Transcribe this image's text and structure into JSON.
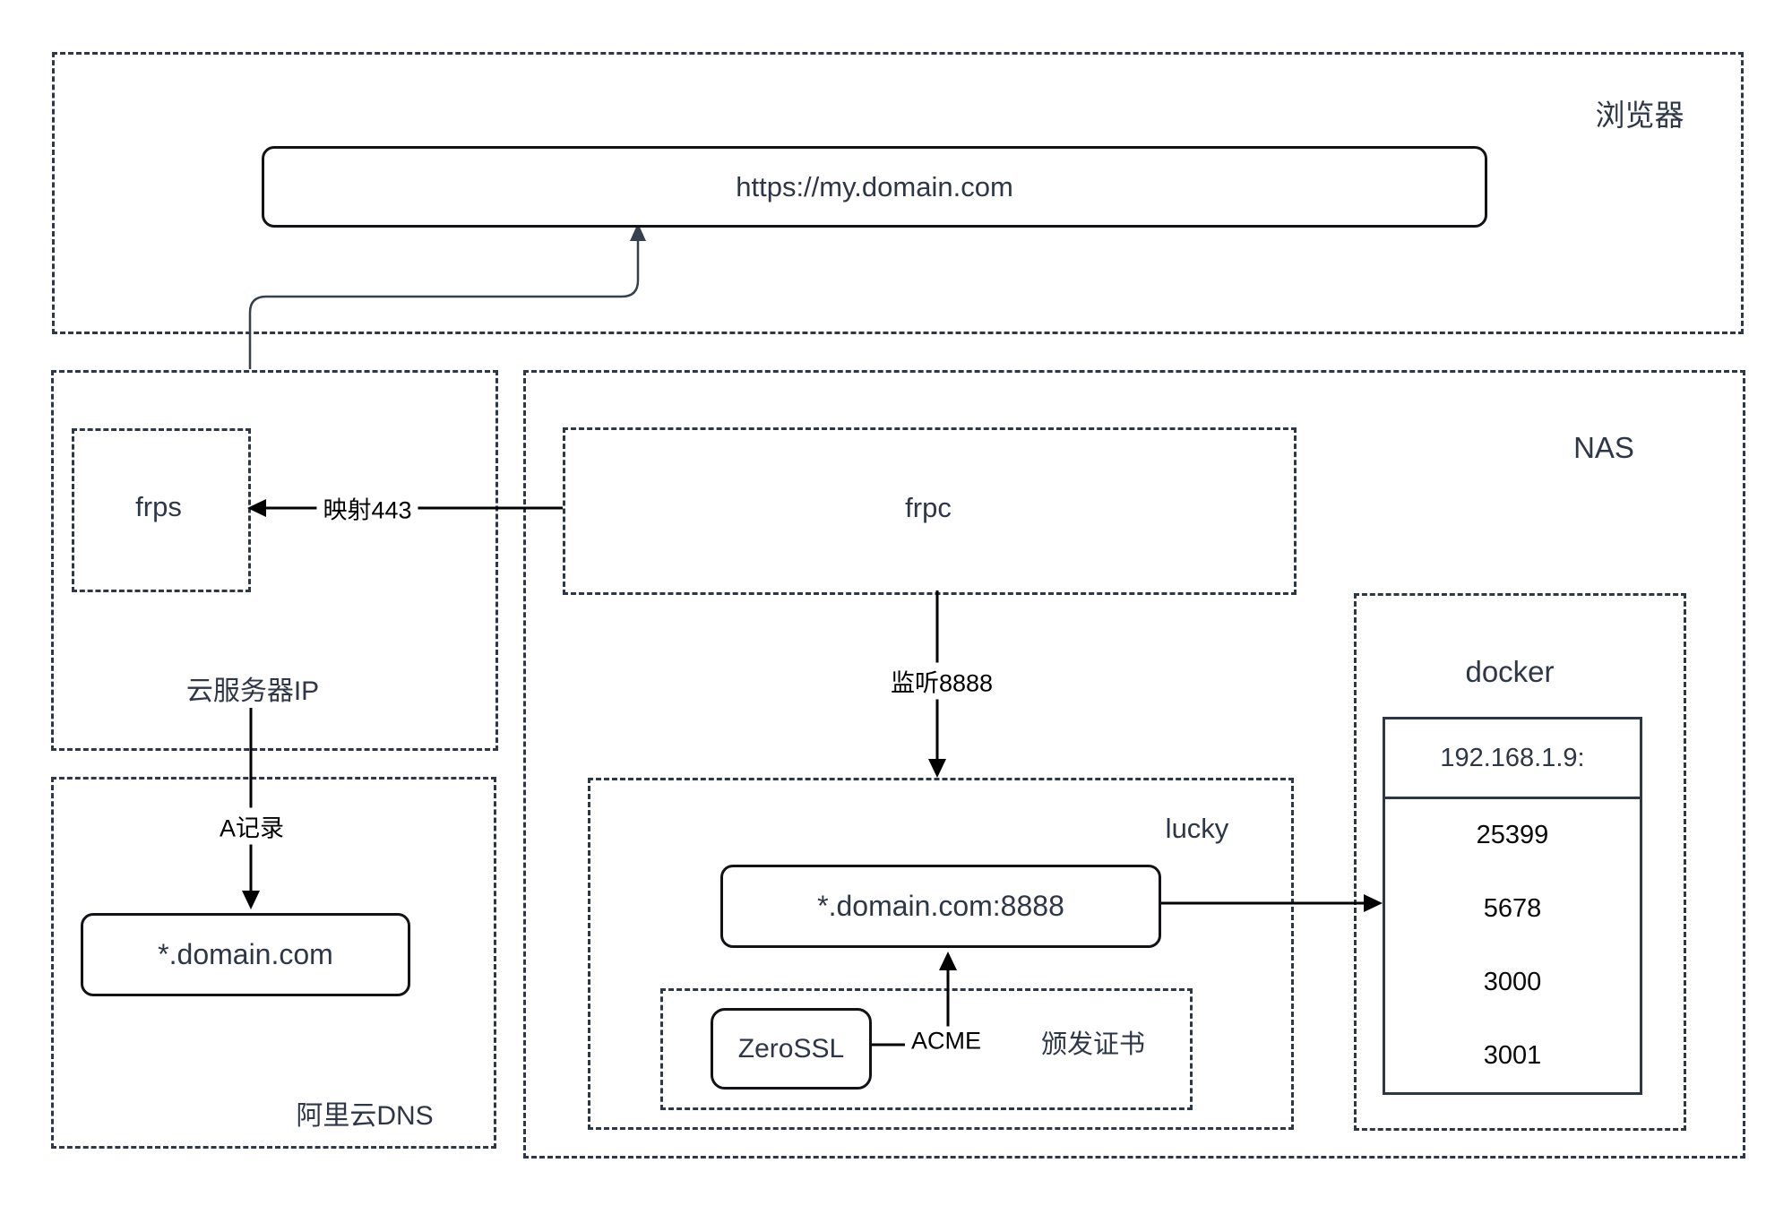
{
  "colors": {
    "container_border": "#2e3747",
    "solid_border": "#121316",
    "edge_stroke": "#000000",
    "curve_stroke": "#37404e",
    "text_dark": "#2e3747",
    "background": "#ffffff"
  },
  "browser": {
    "label": "浏览器",
    "address_bar": "https://my.domain.com"
  },
  "cloud_server": {
    "label": "云服务器IP",
    "frps_label": "frps"
  },
  "dns": {
    "label": "阿里云DNS",
    "a_record_label": "A记录",
    "wildcard_domain": "*.domain.com"
  },
  "nas": {
    "label": "NAS",
    "frpc_label": "frpc",
    "map_port_label": "映射443",
    "listen_port_label": "监听8888",
    "lucky": {
      "label": "lucky",
      "route_rule": "*.domain.com:8888"
    },
    "cert": {
      "zerossl_label": "ZeroSSL",
      "acme_label": "ACME",
      "issue_label": "颁发证书"
    },
    "docker": {
      "label": "docker",
      "host_ip": "192.168.1.9:",
      "ports": [
        "25399",
        "5678",
        "3000",
        "3001"
      ]
    }
  }
}
